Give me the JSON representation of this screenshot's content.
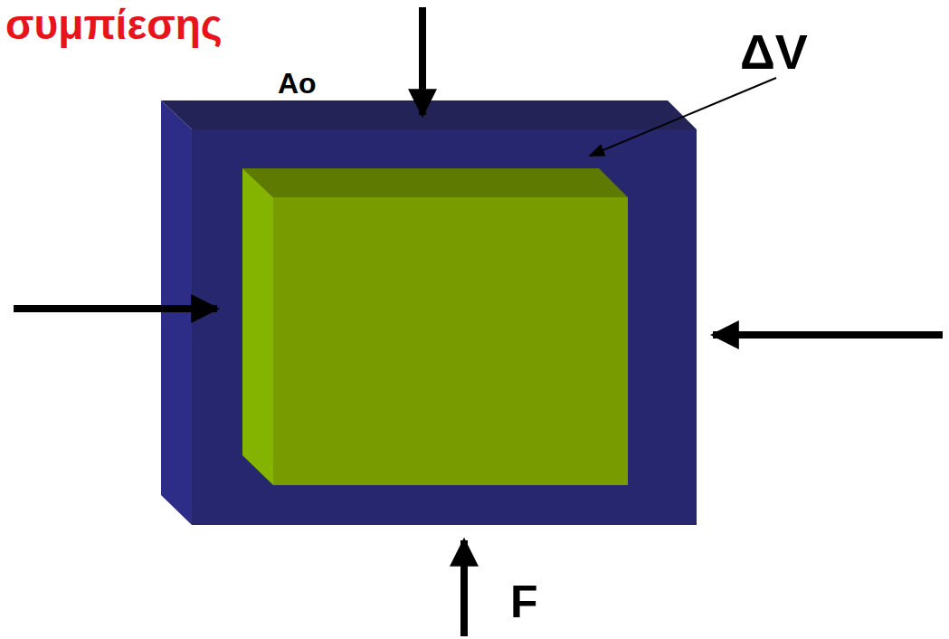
{
  "diagram": {
    "title": "συμπίεσης",
    "labels": [
      "Ao",
      "ΔV",
      "F"
    ]
  }
}
